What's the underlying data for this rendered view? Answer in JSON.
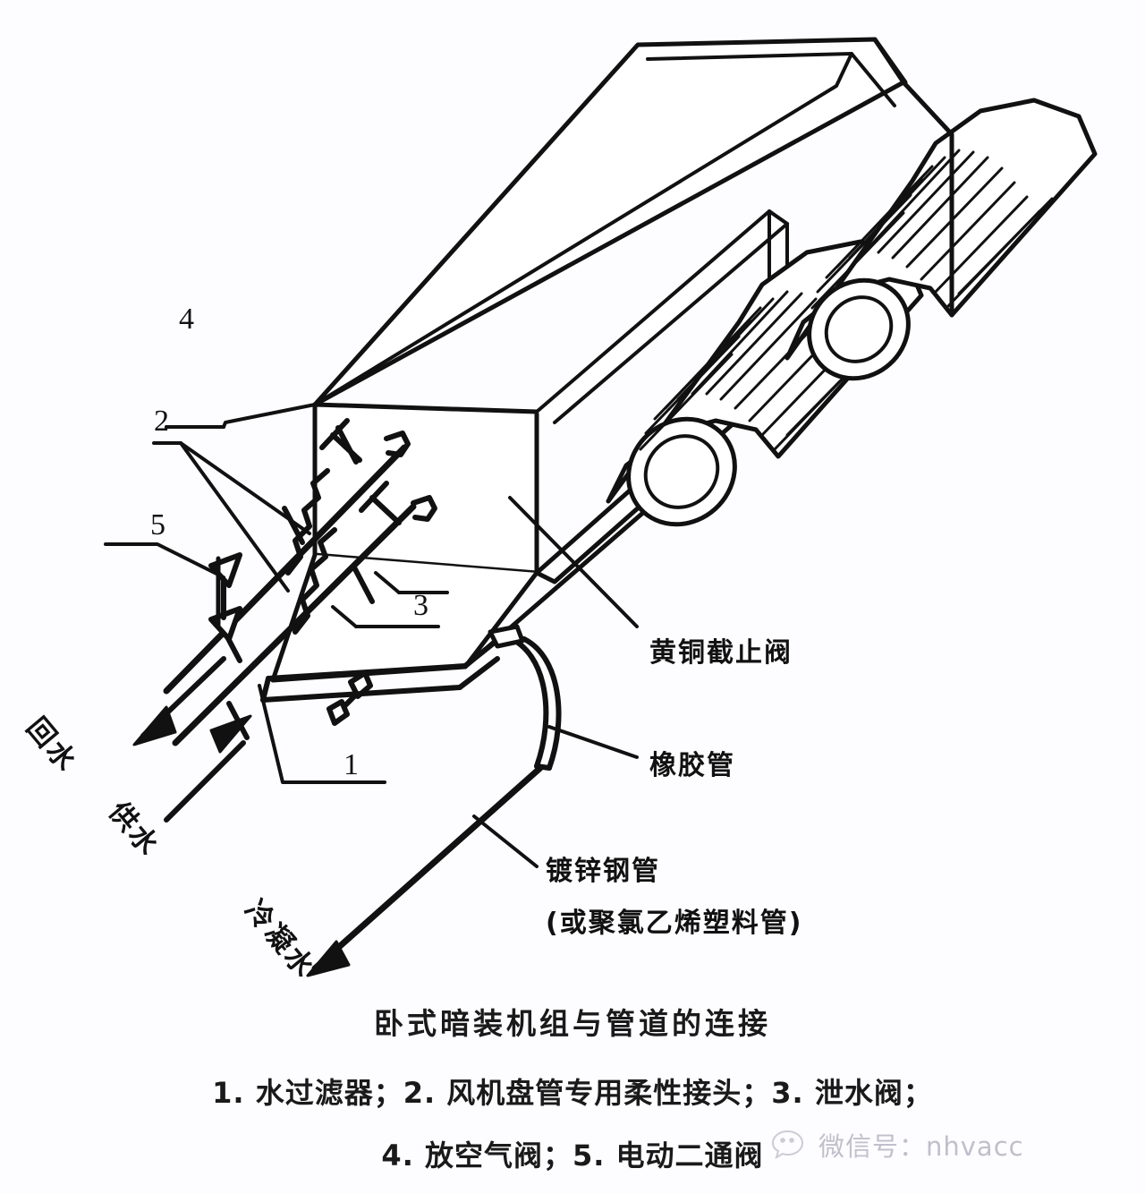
{
  "figure": {
    "title": "卧式暗装机组与管道的连接",
    "legend_line_1": "1. 水过滤器；2. 风机盘管专用柔性接头；3. 泄水阀；",
    "legend_line_2": "4. 放空气阀；5. 电动二通阀",
    "callouts": [
      {
        "id": "4",
        "number": "4"
      },
      {
        "id": "2",
        "number": "2"
      },
      {
        "id": "5",
        "number": "5"
      },
      {
        "id": "3",
        "number": "3"
      },
      {
        "id": "1",
        "number": "1"
      }
    ],
    "annotations": [
      {
        "id": "brass-stop-valve",
        "text": "黄铜截止阀"
      },
      {
        "id": "rubber-hose",
        "text": "橡胶管"
      },
      {
        "id": "galvanized-steel-pipe",
        "text": "镀锌钢管"
      },
      {
        "id": "pvc-plastic-pipe-alt",
        "text": "(或聚氯乙烯塑料管)"
      }
    ],
    "flow_labels": [
      {
        "id": "return-water",
        "text": "回水"
      },
      {
        "id": "supply-water",
        "text": "供水"
      },
      {
        "id": "condensate-water",
        "text": "冷凝水"
      }
    ],
    "colors": {
      "ink": "#111111",
      "background": "#fdfcfe",
      "watermark": "#6d6d86"
    }
  },
  "watermark": {
    "text": "微信号：nhvacc",
    "icon": "wechat-icon"
  }
}
